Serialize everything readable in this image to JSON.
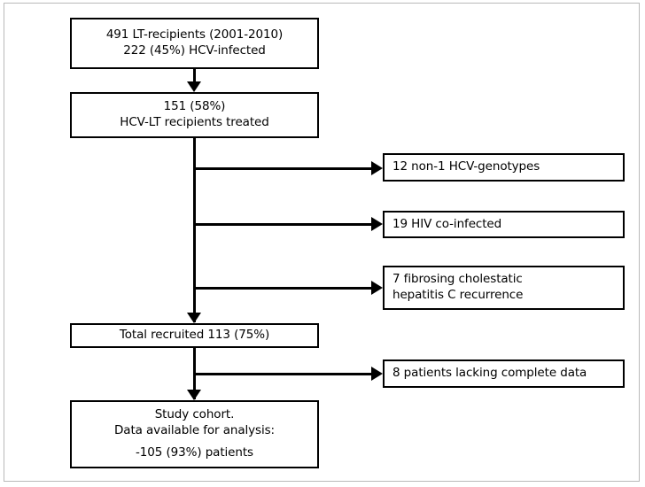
{
  "figure": {
    "type": "flowchart",
    "orientation": "top-to-bottom with right-side exclusion branches",
    "frame_color": "#b9b9b9",
    "line_color": "#000000",
    "background": "#ffffff"
  },
  "nodes": {
    "cohort_source": {
      "name": "source-population",
      "lines": [
        "491 LT-recipients (2001-2010)",
        "222 (45%) HCV-infected"
      ]
    },
    "treated": {
      "name": "treated-population",
      "lines": [
        "151 (58%)",
        "HCV-LT recipients treated"
      ]
    },
    "total_recruited": {
      "name": "total-recruited",
      "lines": [
        "Total recruited 113 (75%)"
      ]
    },
    "study_cohort": {
      "name": "study-cohort",
      "lines": [
        "Study cohort.",
        "Data available for analysis:",
        "-105 (93%) patients"
      ]
    }
  },
  "exclusions": [
    {
      "name": "exclusion-non1-genotypes",
      "lines": [
        "12 non-1 HCV-genotypes"
      ]
    },
    {
      "name": "exclusion-hiv-coinfected",
      "lines": [
        "19 HIV co-infected"
      ]
    },
    {
      "name": "exclusion-fibrosing-cholestatic",
      "lines": [
        "7 fibrosing cholestatic",
        "hepatitis C recurrence"
      ]
    },
    {
      "name": "exclusion-incomplete-data",
      "lines": [
        "8 patients lacking complete data"
      ]
    }
  ],
  "chart_data": {
    "type": "flowchart",
    "title": "",
    "steps": [
      {
        "label": "491 LT-recipients (2001-2010)",
        "value": 491,
        "years": "2001-2010"
      },
      {
        "label": "222 (45%) HCV-infected",
        "value": 222,
        "percent": 45
      },
      {
        "label": "151 (58%) HCV-LT recipients treated",
        "value": 151,
        "percent": 58
      },
      {
        "label": "Total recruited 113 (75%)",
        "value": 113,
        "percent": 75
      },
      {
        "label": "-105 (93%) patients",
        "value": 105,
        "percent": 93
      }
    ],
    "excluded": [
      {
        "label": "12 non-1 HCV-genotypes",
        "value": 12
      },
      {
        "label": "19 HIV co-infected",
        "value": 19
      },
      {
        "label": "7 fibrosing cholestatic hepatitis C recurrence",
        "value": 7
      },
      {
        "label": "8 patients lacking complete data",
        "value": 8
      }
    ]
  }
}
